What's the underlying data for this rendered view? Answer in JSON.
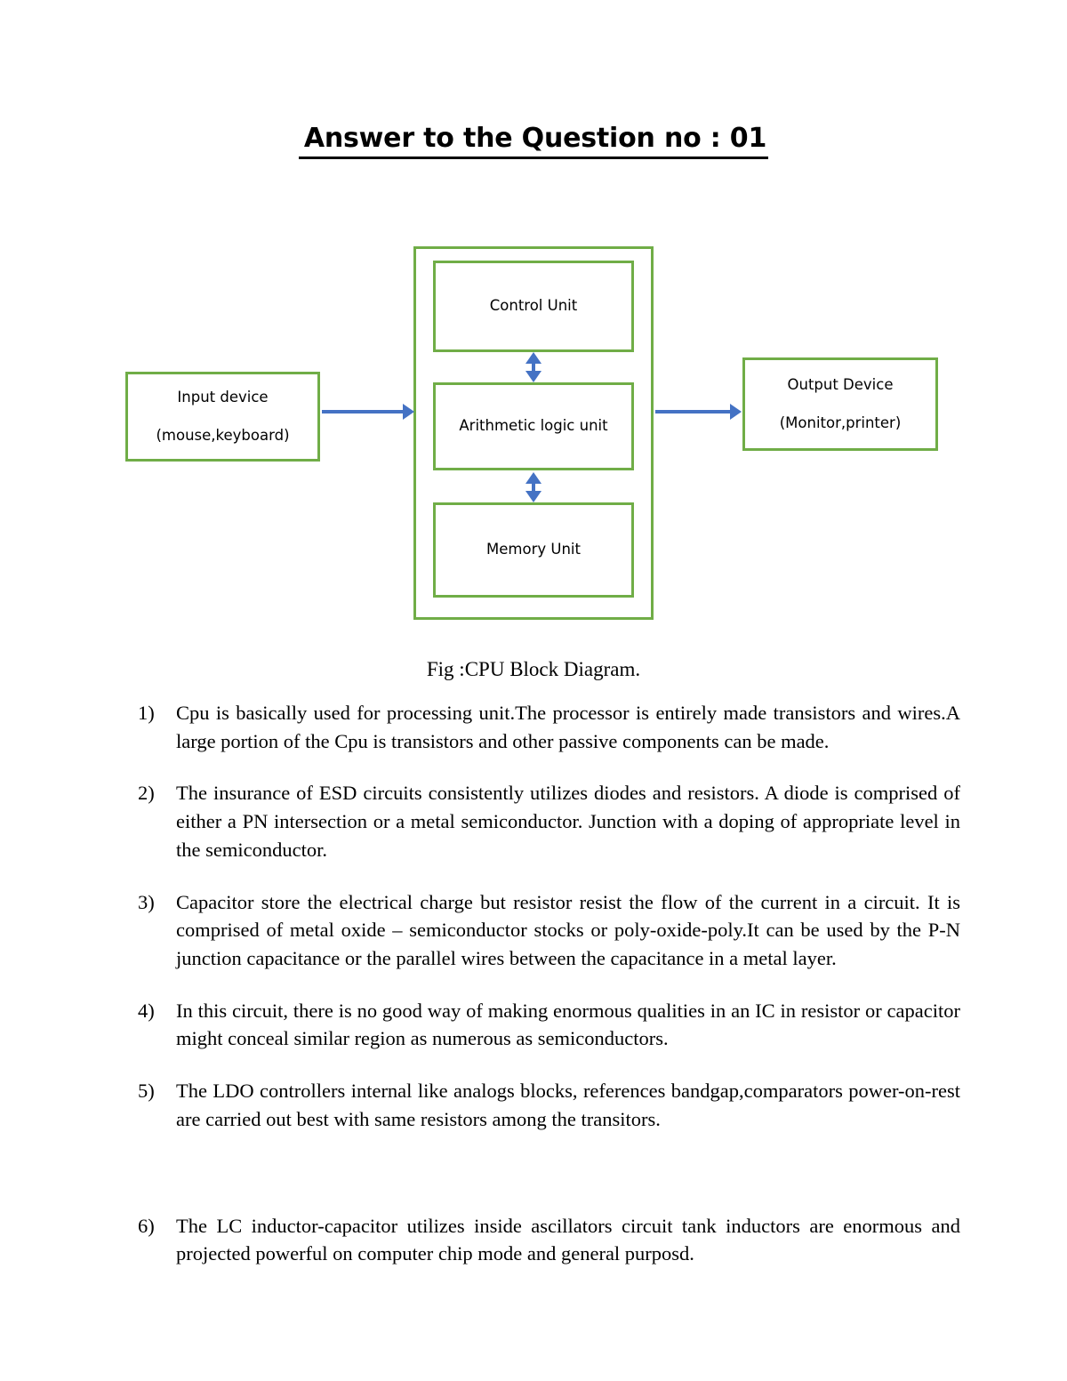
{
  "document": {
    "title": "Answer to the Question no : 01",
    "figure_caption": "Fig :CPU Block Diagram."
  },
  "diagram": {
    "name": "CPU Block Diagram",
    "colors": {
      "box_border": "#70AD47",
      "arrow": "#4472C4",
      "background": "#FFFFFF",
      "text": "#000000"
    },
    "blocks": {
      "input_device": {
        "line1": "Input device",
        "line2": "(mouse,keyboard)"
      },
      "control_unit": {
        "line1": "Control Unit"
      },
      "alu": {
        "line1": "Arithmetic logic unit"
      },
      "memory_unit": {
        "line1": "Memory Unit"
      },
      "output_device": {
        "line1": "Output Device",
        "line2": "(Monitor,printer)"
      }
    },
    "connections": [
      {
        "from": "input_device",
        "to": "cpu",
        "style": "single-arrow-right"
      },
      {
        "from": "cpu",
        "to": "output_device",
        "style": "single-arrow-right"
      },
      {
        "from": "control_unit",
        "to": "alu",
        "style": "double-arrow-vertical"
      },
      {
        "from": "alu",
        "to": "memory_unit",
        "style": "double-arrow-vertical"
      }
    ]
  },
  "list": {
    "items": [
      {
        "marker": "1)",
        "text": "Cpu is basically used for processing unit.The processor is entirely made transistors and wires.A large portion of the Cpu is transistors and other passive components can be made."
      },
      {
        "marker": "2)",
        "text": "The insurance of ESD circuits consistently utilizes diodes and resistors. A diode is comprised of either a PN intersection or a metal semiconductor. Junction with a doping of appropriate level in the semiconductor."
      },
      {
        "marker": "3)",
        "text": "Capacitor store the electrical charge but resistor resist the flow of the current in a circuit. It is comprised of metal oxide – semiconductor stocks or poly-oxide-poly.It can be used by the P-N junction capacitance or the parallel wires between the capacitance in a metal layer."
      },
      {
        "marker": "4)",
        "text": "In this circuit, there is no good way of making enormous qualities in an IC in resistor or capacitor might conceal similar region as numerous as semiconductors."
      },
      {
        "marker": "5)",
        "text": "The LDO controllers internal like analogs blocks, references bandgap,comparators power-on-rest are carried out best with same resistors among the transitors."
      },
      {
        "marker": "6)",
        "text": "The LC inductor-capacitor utilizes inside ascillators circuit tank inductors are enormous and projected powerful on computer chip mode and general purposd."
      }
    ]
  }
}
